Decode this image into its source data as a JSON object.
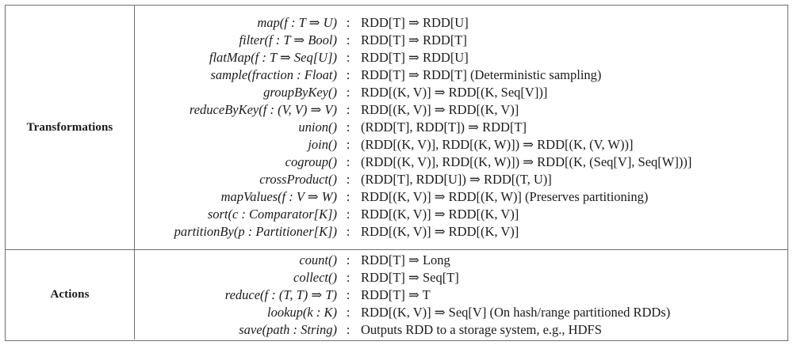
{
  "table": {
    "sections": [
      {
        "category": "Transformations",
        "rows": [
          {
            "signature": "map(f : T ⇒ U)",
            "colon": ":",
            "result": "RDD[T] ⇒ RDD[U]"
          },
          {
            "signature": "filter(f : T ⇒ Bool)",
            "colon": ":",
            "result": "RDD[T] ⇒ RDD[T]"
          },
          {
            "signature": "flatMap(f : T ⇒ Seq[U])",
            "colon": ":",
            "result": "RDD[T] ⇒ RDD[U]"
          },
          {
            "signature": "sample(fraction : Float)",
            "colon": ":",
            "result": "RDD[T] ⇒ RDD[T]  (Deterministic sampling)"
          },
          {
            "signature": "groupByKey()",
            "colon": ":",
            "result": "RDD[(K, V)] ⇒ RDD[(K, Seq[V])]"
          },
          {
            "signature": "reduceByKey(f : (V, V) ⇒ V)",
            "colon": ":",
            "result": "RDD[(K, V)] ⇒ RDD[(K, V)]"
          },
          {
            "signature": "union()",
            "colon": ":",
            "result": "(RDD[T], RDD[T]) ⇒ RDD[T]"
          },
          {
            "signature": "join()",
            "colon": ":",
            "result": "(RDD[(K, V)], RDD[(K, W)]) ⇒ RDD[(K, (V, W))]"
          },
          {
            "signature": "cogroup()",
            "colon": ":",
            "result": "(RDD[(K, V)], RDD[(K, W)]) ⇒ RDD[(K, (Seq[V], Seq[W]))]"
          },
          {
            "signature": "crossProduct()",
            "colon": ":",
            "result": "(RDD[T], RDD[U]) ⇒ RDD[(T, U)]"
          },
          {
            "signature": "mapValues(f : V ⇒ W)",
            "colon": ":",
            "result": "RDD[(K, V)] ⇒ RDD[(K, W)]  (Preserves partitioning)"
          },
          {
            "signature": "sort(c : Comparator[K])",
            "colon": ":",
            "result": "RDD[(K, V)] ⇒ RDD[(K, V)]"
          },
          {
            "signature": "partitionBy(p : Partitioner[K])",
            "colon": ":",
            "result": "RDD[(K, V)] ⇒ RDD[(K, V)]"
          }
        ]
      },
      {
        "category": "Actions",
        "rows": [
          {
            "signature": "count()",
            "colon": ":",
            "result": "RDD[T] ⇒ Long"
          },
          {
            "signature": "collect()",
            "colon": ":",
            "result": "RDD[T] ⇒ Seq[T]"
          },
          {
            "signature": "reduce(f : (T, T) ⇒ T)",
            "colon": ":",
            "result": "RDD[T] ⇒ T"
          },
          {
            "signature": "lookup(k : K)",
            "colon": ":",
            "result": "RDD[(K, V)] ⇒ Seq[V]  (On hash/range partitioned RDDs)"
          },
          {
            "signature": "save(path : String)",
            "colon": ":",
            "result": "Outputs RDD to a storage system, e.g., HDFS"
          }
        ]
      }
    ]
  },
  "style": {
    "border_color": "#6f6f6f",
    "text_color": "#1a1a1a",
    "background": "#ffffff"
  }
}
